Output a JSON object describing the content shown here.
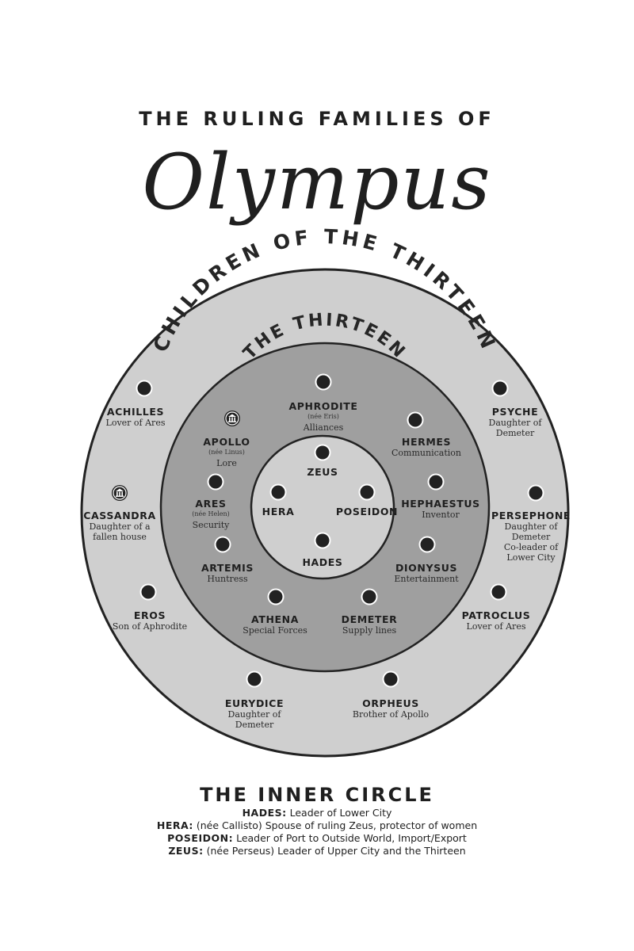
{
  "header": {
    "subtitle": "THE RULING FAMILIES OF",
    "title": "Olympus"
  },
  "diagram": {
    "outer_ring_label": "CHILDREN OF THE THIRTEEN",
    "middle_ring_label": "THE THIRTEEN",
    "colors": {
      "outer_ring": "#cfcfcf",
      "middle_ring": "#9f9f9f",
      "inner_circle": "#cfcfcf",
      "stroke": "#222222",
      "dot": "#222222"
    },
    "inner_circle": [
      {
        "name": "ZEUS",
        "icon": "dot"
      },
      {
        "name": "HERA",
        "icon": "dot"
      },
      {
        "name": "POSEIDON",
        "icon": "dot"
      },
      {
        "name": "HADES",
        "icon": "dot"
      }
    ],
    "thirteen": [
      {
        "name": "APHRODITE",
        "nee": "(née Eris)",
        "role": "Alliances",
        "icon": "dot"
      },
      {
        "name": "APOLLO",
        "nee": "(née Linus)",
        "role": "Lore",
        "icon": "temple-icon"
      },
      {
        "name": "HERMES",
        "role": "Communication",
        "icon": "dot"
      },
      {
        "name": "ARES",
        "nee": "(née Helen)",
        "role": "Security",
        "icon": "dot"
      },
      {
        "name": "HEPHAESTUS",
        "role": "Inventor",
        "icon": "dot"
      },
      {
        "name": "ARTEMIS",
        "role": "Huntress",
        "icon": "dot"
      },
      {
        "name": "DIONYSUS",
        "role": "Entertainment",
        "icon": "dot"
      },
      {
        "name": "ATHENA",
        "role": "Special Forces",
        "icon": "dot"
      },
      {
        "name": "DEMETER",
        "role": "Supply lines",
        "icon": "dot"
      }
    ],
    "children": [
      {
        "name": "ACHILLES",
        "lines": [
          "Lover of Ares"
        ],
        "icon": "dot"
      },
      {
        "name": "PSYCHE",
        "lines": [
          "Daughter of",
          "Demeter"
        ],
        "icon": "dot"
      },
      {
        "name": "CASSANDRA",
        "lines": [
          "Daughter of a",
          "fallen house"
        ],
        "icon": "temple-icon"
      },
      {
        "name": "PERSEPHONE",
        "lines": [
          "Daughter of",
          "Demeter",
          "Co-leader of",
          "Lower City"
        ],
        "icon": "dot"
      },
      {
        "name": "EROS",
        "lines": [
          "Son of Aphrodite"
        ],
        "icon": "dot"
      },
      {
        "name": "PATROCLUS",
        "lines": [
          "Lover of Ares"
        ],
        "icon": "dot"
      },
      {
        "name": "EURYDICE",
        "lines": [
          "Daughter of",
          "Demeter"
        ],
        "icon": "dot"
      },
      {
        "name": "ORPHEUS",
        "lines": [
          "Brother of Apollo"
        ],
        "icon": "dot"
      }
    ]
  },
  "legend": {
    "title": "THE INNER CIRCLE",
    "entries": [
      {
        "name": "HADES:",
        "text": "Leader of Lower City"
      },
      {
        "name": "HERA:",
        "text": "(née Callisto) Spouse of ruling Zeus, protector of women"
      },
      {
        "name": "POSEIDON:",
        "text": "Leader of Port to Outside World, Import/Export"
      },
      {
        "name": "ZEUS:",
        "text": "(née Perseus) Leader of Upper City and the Thirteen"
      }
    ]
  }
}
